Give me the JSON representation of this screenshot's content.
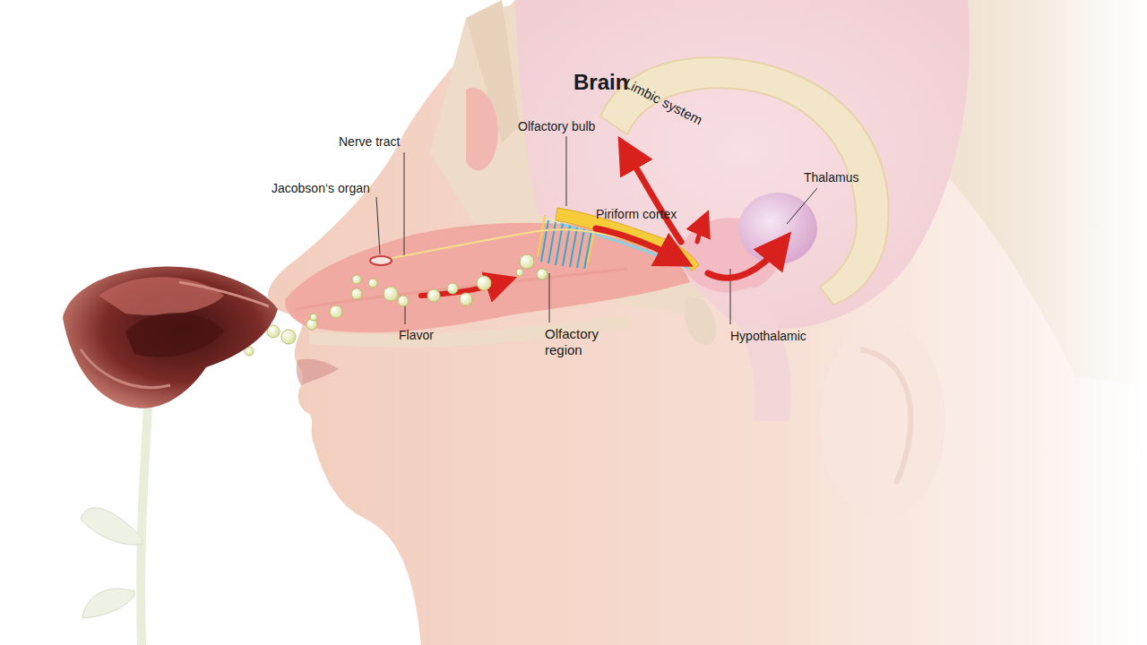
{
  "diagram": {
    "labels": [
      "Brain",
      "Limbic system",
      "Olfactory bulb",
      "Nerve tract",
      "Jacobson‘s organ",
      "Thalamus",
      "Piriform cortex",
      "Flavor",
      "Olfactory region",
      "Hypothalamic"
    ]
  }
}
